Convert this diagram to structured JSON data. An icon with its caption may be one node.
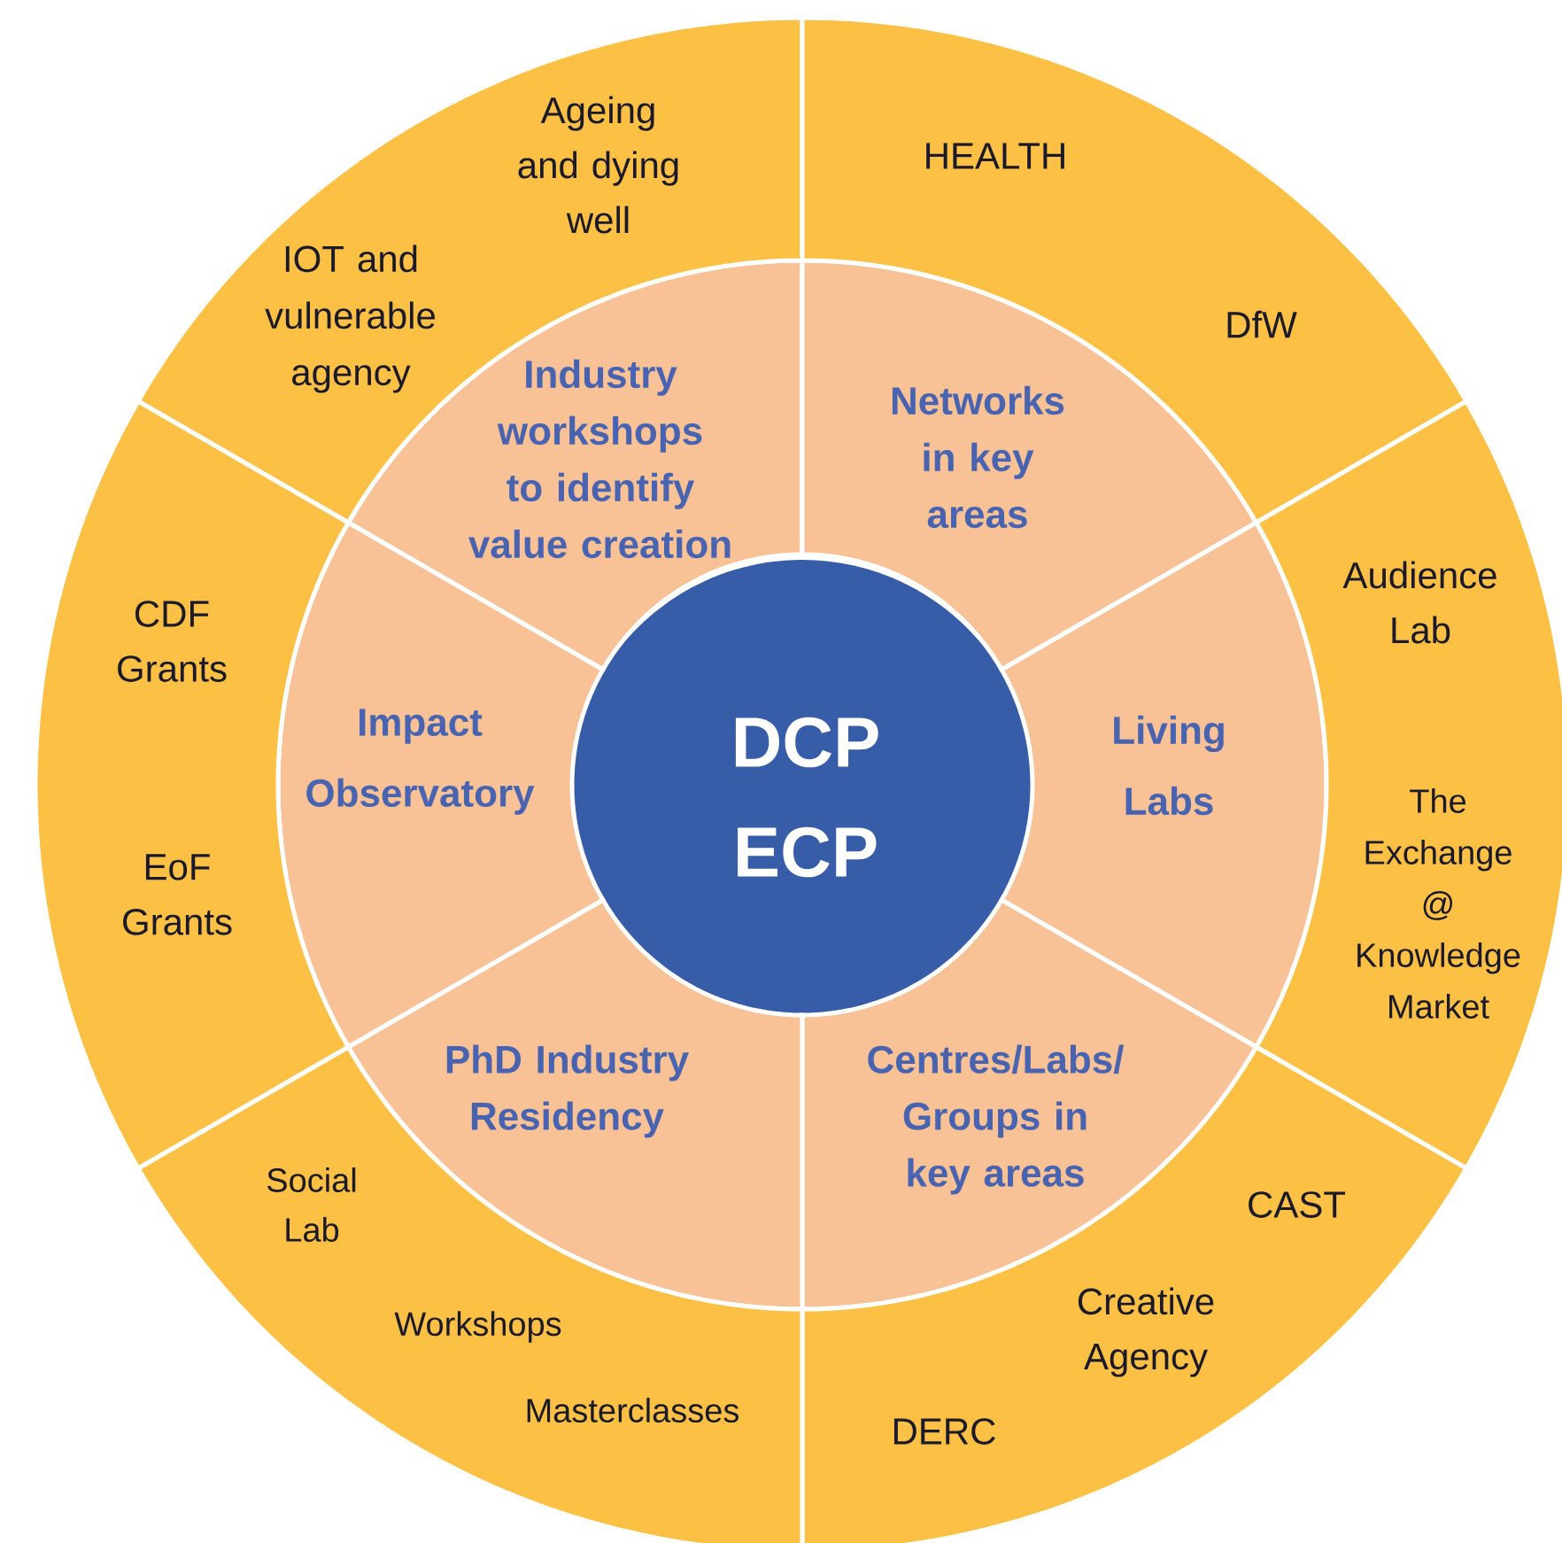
{
  "diagram": {
    "nodes": [
      {
        "text": [
          "DCP ECP"
        ]
      },
      {
        "text": [
          "Industry workshops to identify value creation"
        ]
      },
      {
        "text": [
          "Networks in key areas"
        ]
      },
      {
        "text": [
          "Living Labs"
        ]
      },
      {
        "text": [
          "Centres/Labs/ Groups in key areas"
        ]
      },
      {
        "text": [
          "PhD Industry Residency"
        ]
      },
      {
        "text": [
          "Impact Observatory"
        ]
      },
      {
        "text": [
          "Ageing and dying well",
          "IOT and vulnerable agency"
        ]
      },
      {
        "text": [
          "HEALTH",
          "DfW"
        ]
      },
      {
        "text": [
          "Audience Lab",
          "The Exchange @ Knowledge Market"
        ]
      },
      {
        "text": [
          "CAST",
          "Creative Agency",
          "DERC"
        ]
      },
      {
        "text": [
          "Social Lab",
          "Workshops",
          "Masterclasses"
        ]
      },
      {
        "text": [
          "CDF Grants",
          "EoF Grants"
        ]
      }
    ]
  }
}
